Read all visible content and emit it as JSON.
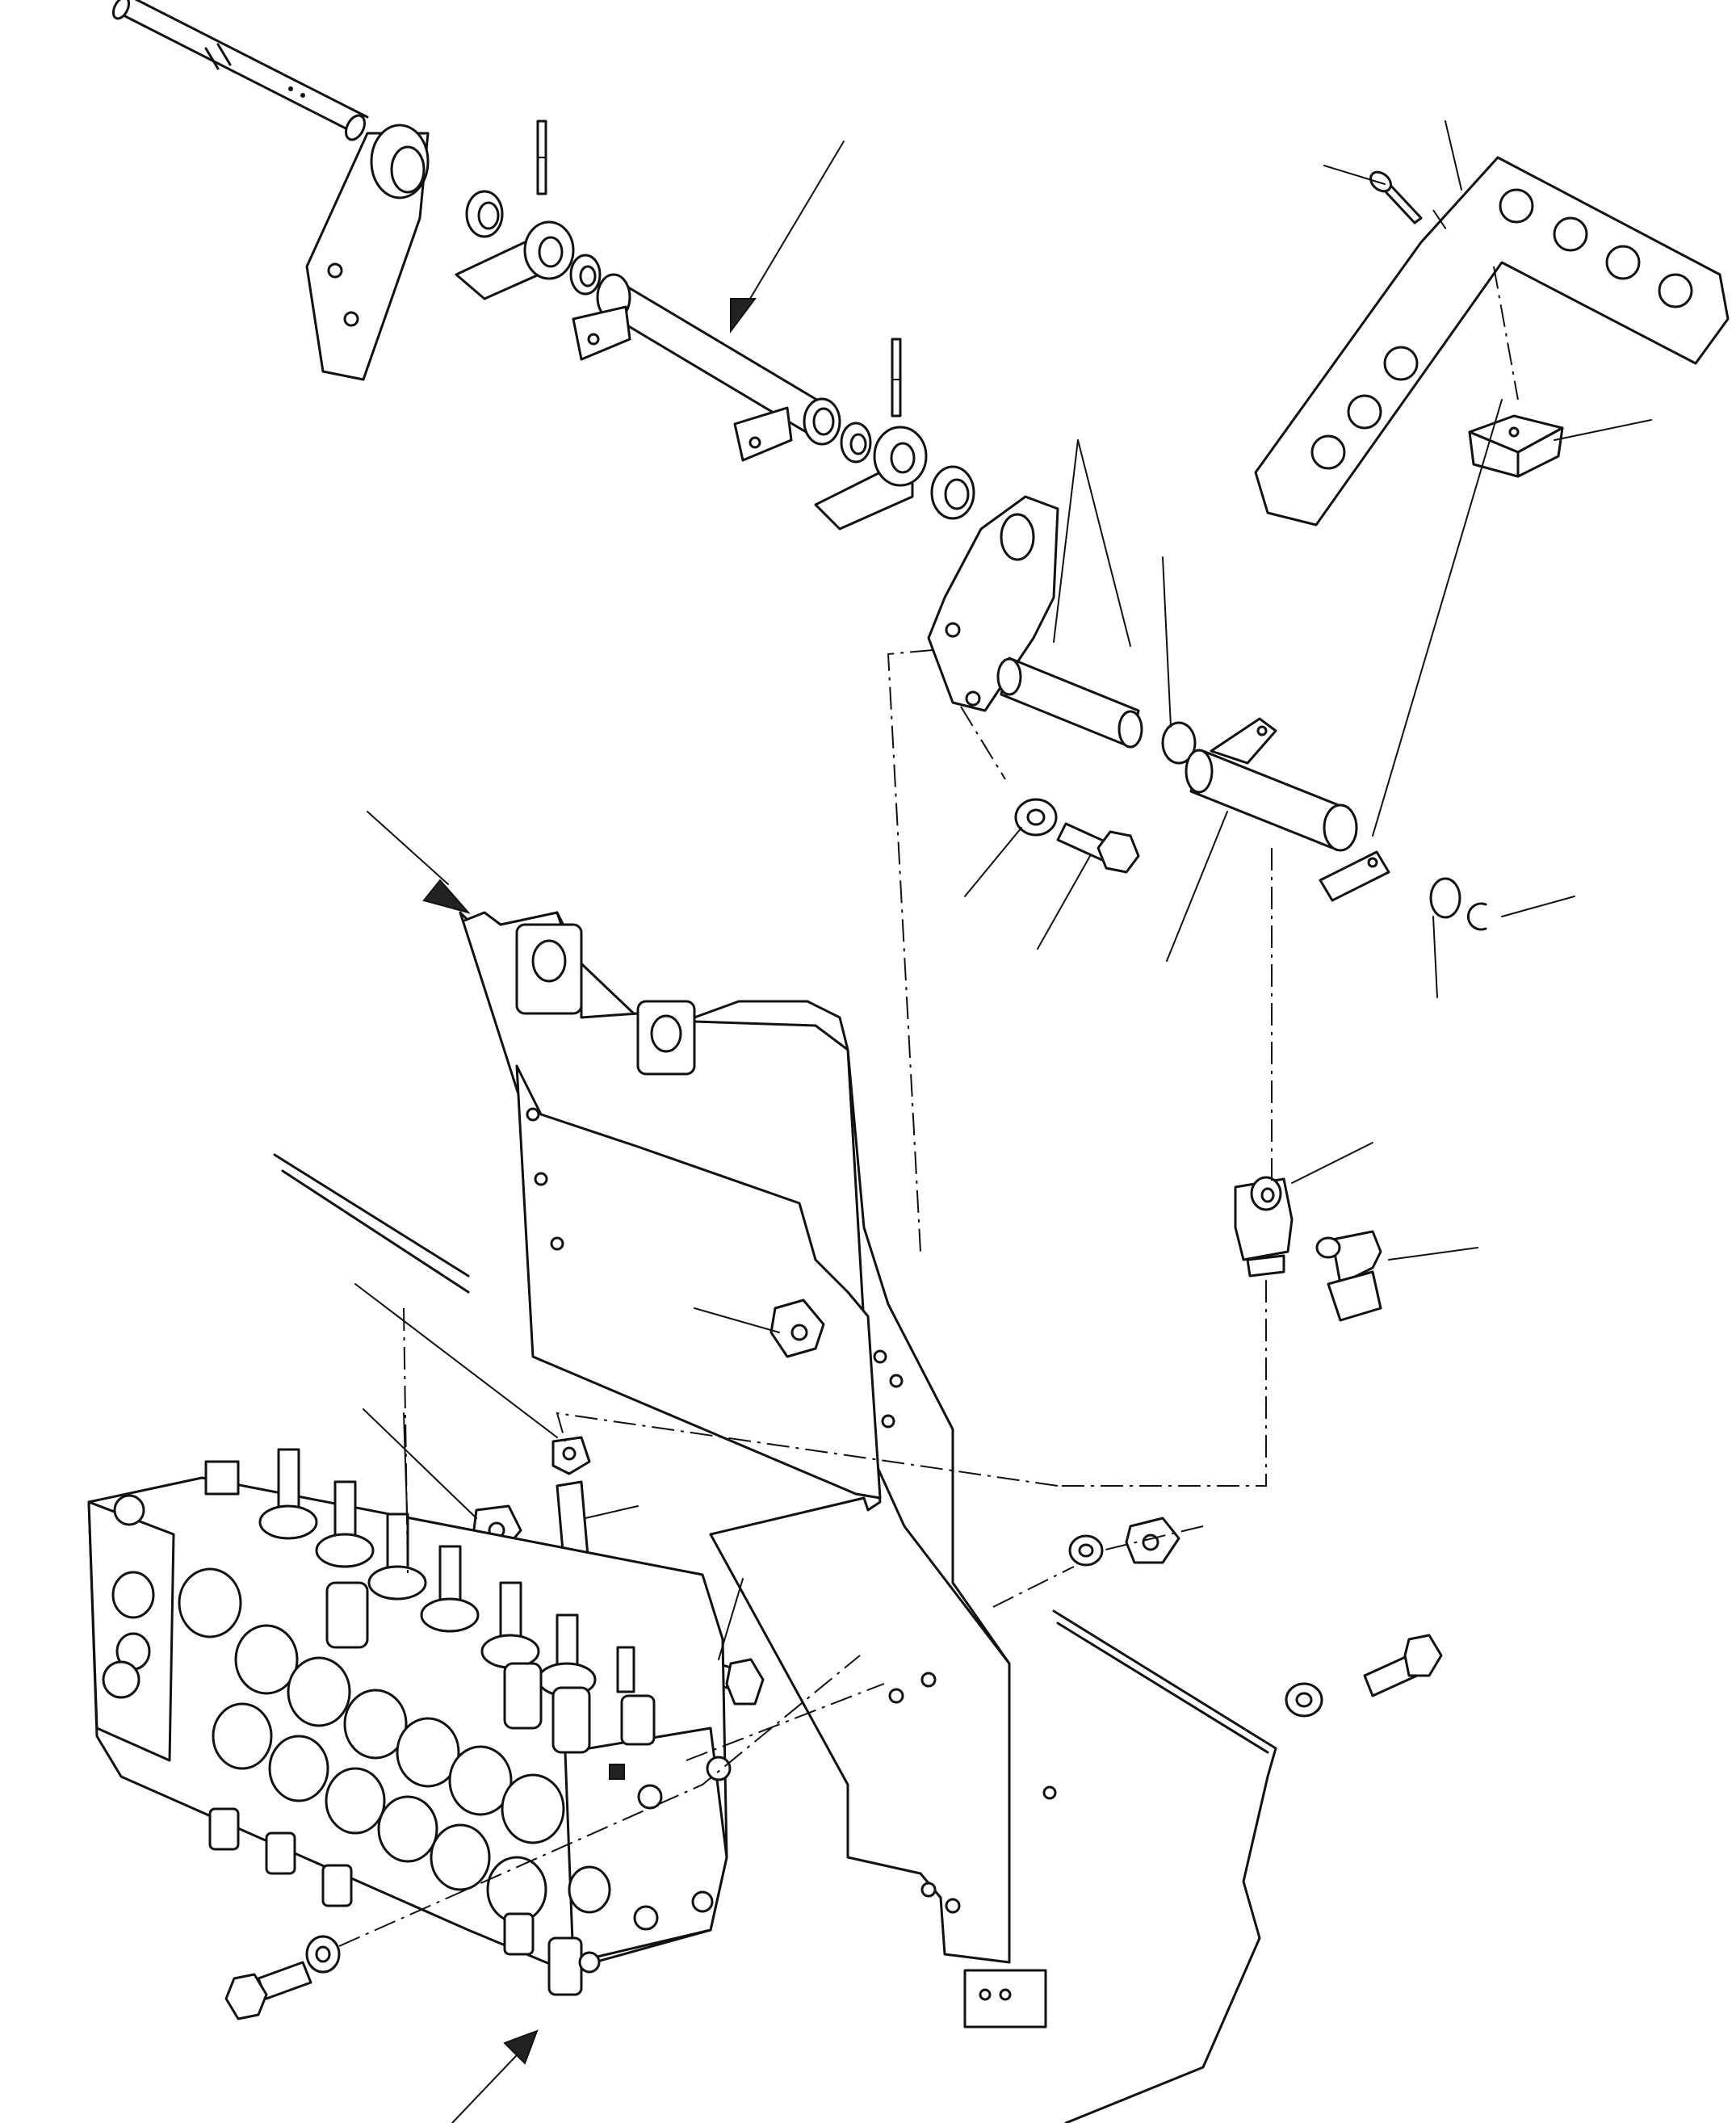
{
  "diagram": {
    "kind": "exploded parts view",
    "labels": []
  },
  "parts": [
    "pedal-shaft",
    "mounting-plate",
    "bushing",
    "spacer",
    "roll-pin",
    "lever-clevis",
    "tube-lever",
    "bracket",
    "pivot-pin",
    "washer",
    "hex-bolt",
    "foot-pedal-plate",
    "pedal-pad",
    "snap-ring",
    "clevis-fork",
    "clevis-pin",
    "valve-support-frame",
    "hex-nut",
    "eye-bolt",
    "control-valve-block"
  ]
}
